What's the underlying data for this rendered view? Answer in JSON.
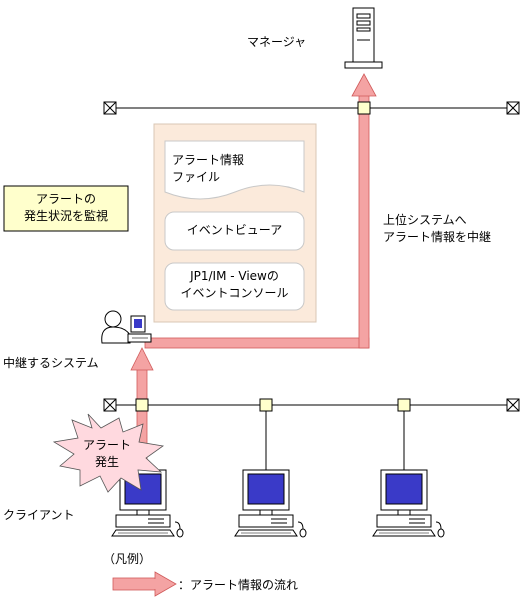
{
  "labels": {
    "manager": "マネージャ",
    "relay_system": "中継するシステム",
    "client": "クライアント",
    "relay_line1": "上位システムへ",
    "relay_line2": "アラート情報を中継",
    "monitor_line1": "アラートの",
    "monitor_line2": "発生状況を監視",
    "alert_file_line1": "アラート情報",
    "alert_file_line2": "ファイル",
    "event_viewer": "イベントビューア",
    "console_line1": "JP1/IM - Viewの",
    "console_line2": "イベントコンソール",
    "alert_burst_line1": "アラート",
    "alert_burst_line2": "発生",
    "legend_title": "（凡例）",
    "legend_text": "：アラート情報の流れ"
  },
  "colors": {
    "flow_arrow": "#f4a3a3",
    "flow_arrow_edge": "#d05a5a",
    "panel_bg": "#fbeadb",
    "note_bg": "#ffffcc",
    "burst_bg": "#ffd9df",
    "monitor_screen": "#3a3ac8",
    "node_fill": "#ffffcc"
  }
}
